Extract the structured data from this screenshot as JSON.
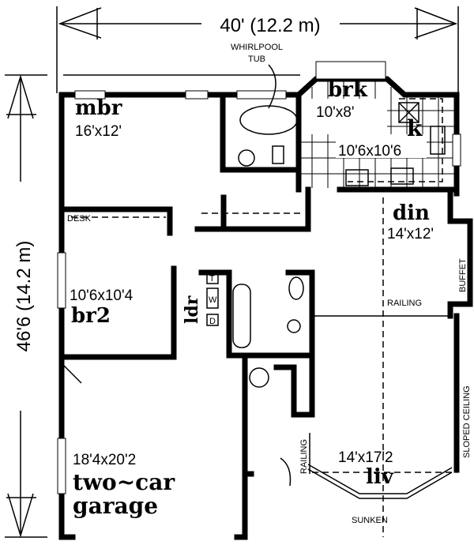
{
  "dimensions": {
    "width": "40' (12.2 m)",
    "depth": "46'6 (14.2 m)"
  },
  "rooms": {
    "mbr": {
      "name": "mbr",
      "size": "16'x12'"
    },
    "brk": {
      "name": "brk",
      "size": "10'x8'"
    },
    "k": {
      "name": "k",
      "size": "10'6x10'6"
    },
    "din": {
      "name": "din",
      "size": "14'x12'"
    },
    "br2": {
      "name": "br2",
      "size": "10'6x10'4"
    },
    "ldr": {
      "name": "ldr"
    },
    "liv": {
      "name": "liv",
      "size": "14'x17'2"
    },
    "garage": {
      "name": "two-car garage",
      "line1": "two~car",
      "line2": "garage",
      "size": "18'4x20'2"
    }
  },
  "notes": {
    "whirlpool_1": "WHIRLPOOL",
    "whirlpool_2": "TUB",
    "desk": "DESK",
    "buffet": "BUFFET",
    "railing_din": "RAILING",
    "railing_liv": "RAILING",
    "sloped": "SLOPED CEILING",
    "sunken": "SUNKEN",
    "washer": "W",
    "dryer": "D",
    "tub_t": "T"
  }
}
